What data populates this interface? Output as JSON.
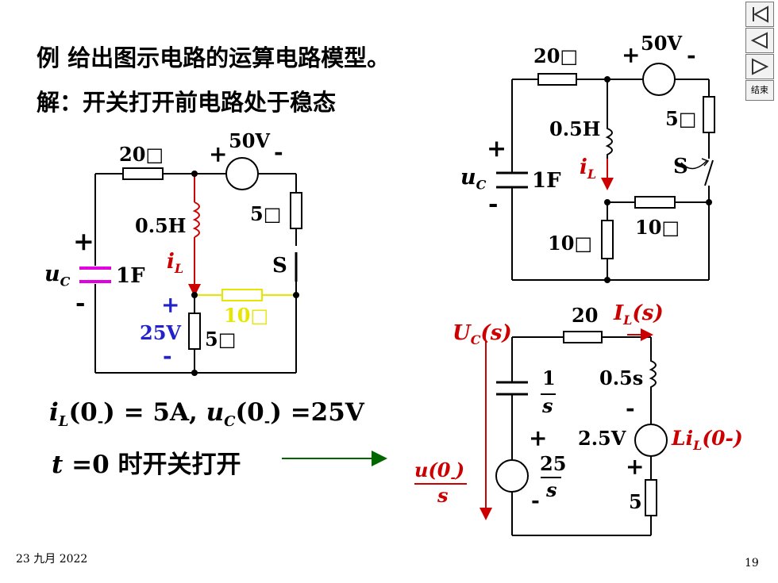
{
  "slide": {
    "title_line1": "例  给出图示电路的运算电路模型。",
    "title_line2": "解：开关打开前电路处于稳态",
    "initial_il": "i",
    "initial_il_sub": "L",
    "initial_il_rest": "(0",
    "initial_il_sub2": "-",
    "initial_il_val": ") =  5A,",
    "initial_uc": "u",
    "initial_uc_sub": "C",
    "initial_uc_rest": "(0",
    "initial_uc_sub2": "-",
    "initial_uc_val": ") =25V",
    "switch_t": "t",
    "switch_rest": " =0 时开关打开",
    "date": "23 九月 2022",
    "page_number": "19"
  },
  "nav": {
    "first_label": "|◀",
    "prev_label": "◀",
    "next_label": "▶",
    "end_label": "结束"
  },
  "circuit_left": {
    "r20": "20□",
    "v50": "50V",
    "plus": "+",
    "minus": "-",
    "r5": "5□",
    "inductor": "0.5H",
    "il": "i",
    "il_sub": "L",
    "switch": "S",
    "uc": "u",
    "uc_sub": "C",
    "cap": "1F",
    "src25_plus": "+",
    "src25": "25V",
    "src25_minus": "-",
    "r10": "10□",
    "r5b": "5□"
  },
  "circuit_right": {
    "r20": "20□",
    "v50": "50V",
    "plus": "+",
    "minus": "-",
    "r5": "5□",
    "inductor": "0.5H",
    "il": "i",
    "il_sub": "L",
    "switch": "S",
    "uc": "u",
    "uc_sub": "C",
    "cap": "1F",
    "cap_plus": "+",
    "cap_minus": "-",
    "r10_h": "10□",
    "r10_v": "10□"
  },
  "circuit_op": {
    "r20": "20",
    "IL": "I",
    "IL_sub": "L",
    "IL_rest": "(s)",
    "UC": "U",
    "UC_sub": "C",
    "UC_rest": "(s)",
    "cap_num": "1",
    "cap_den": "s",
    "ind": "0.5s",
    "minus_top": "-",
    "v25": "2.5V",
    "Li": "Li",
    "Li_sub": "L",
    "Li_rest": "(0-)",
    "plus_bot": "+",
    "src_plus": "+",
    "src_num": "25",
    "src_den": "s",
    "src_minus": "-",
    "u0_num": "u(0",
    "u0_sub": "-",
    "u0_close": ")",
    "u0_den": "s",
    "r5": "5"
  }
}
